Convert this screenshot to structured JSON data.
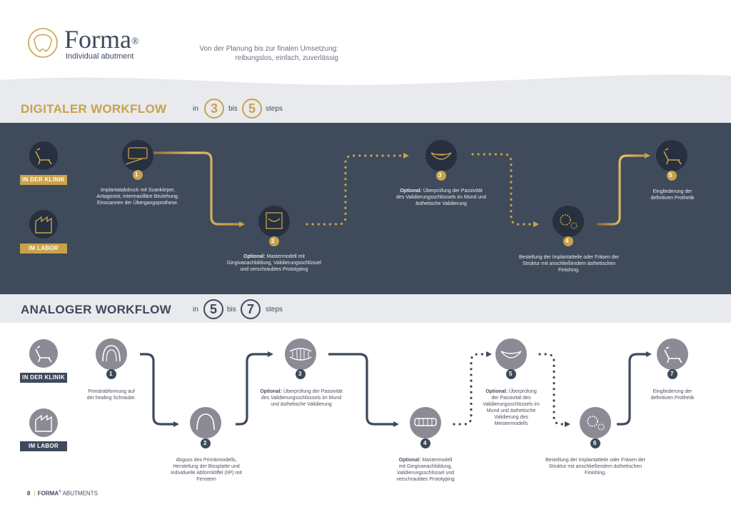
{
  "header": {
    "brand": "Forma",
    "brand_mark": "®",
    "subtitle": "Individual abutment",
    "tagline_1": "Von der Planung bis zur finalen Umsetzung:",
    "tagline_2": "reibungslos, einfach, zuverlässig"
  },
  "digital": {
    "title": "DIGITALER WORKFLOW",
    "in_word": "in",
    "min_steps": "3",
    "bis_word": "bis",
    "max_steps": "5",
    "steps_word": "steps",
    "clinic_label": "IN DER KLINIK",
    "lab_label": "IM LABOR",
    "steps": [
      {
        "num": "1",
        "lines": [
          "Implantatabdruck mit Scankörper,",
          "Antagonist, intermaxilläre Beziehung.",
          "Einscannen der Übergangsprothese."
        ],
        "icon": "scanner-icon"
      },
      {
        "num": "2",
        "optional": "Optional:",
        "lines": [
          " Mastermodell mit",
          "Gingivanachbildung, Validierungsschlüssel",
          "und verschraubtes Prototyping"
        ],
        "icon": "model-icon"
      },
      {
        "num": "3",
        "optional": "Optional:",
        "lines": [
          " Überprüfung der Passivität",
          "des Validierungsschlüssels im Mund und",
          "ästhetische Validierung"
        ],
        "icon": "smile-icon"
      },
      {
        "num": "4",
        "lines": [
          "Bestellung der Implantatteile oder Fräsen der",
          "Struktur mit anschließendem ästhetischen",
          "Finishing."
        ],
        "icon": "gear-icon"
      },
      {
        "num": "5",
        "lines": [
          "Eingliederung der",
          "definitiven Prothetik"
        ],
        "icon": "dental-chair-icon"
      }
    ]
  },
  "analog": {
    "title": "ANALOGER WORKFLOW",
    "in_word": "in",
    "min_steps": "5",
    "bis_word": "bis",
    "max_steps": "7",
    "steps_word": "steps",
    "clinic_label": "IN DER KLINIK",
    "lab_label": "IM LABOR",
    "steps": [
      {
        "num": "1",
        "lines": [
          "Primärabformung auf",
          "der healing Schraube."
        ],
        "icon": "impression-tray-icon"
      },
      {
        "num": "2",
        "lines": [
          "Abguss des Primärmodells,",
          "Herstellung der Bissplatte und",
          "individuelle Abformlöffel (IIP) mit",
          "Fenstern"
        ],
        "icon": "cast-model-icon"
      },
      {
        "num": "3",
        "optional": "Optional:",
        "lines": [
          " Überprüfung der Passivität",
          "des Validierungsschlüssels im Mund",
          "und ästhetische Validierung"
        ],
        "icon": "teeth-icon"
      },
      {
        "num": "4",
        "optional": "Optional:",
        "lines": [
          " Mastermodell",
          "mit Gingivanachbildung,",
          "Validierungsschlüssel und",
          "verschraubtes Prototyping"
        ],
        "icon": "teeth-model-icon"
      },
      {
        "num": "5",
        "optional": "Optional:",
        "lines": [
          " Überprüfung",
          "der Passivität des",
          "Validierungsschlüssels im",
          "Mund und ästhetische",
          "Validierung des",
          "Meistermodells"
        ],
        "icon": "smile-icon"
      },
      {
        "num": "6",
        "lines": [
          "Bestellung der Implantatteile oder Fräsen der",
          "Struktur mit anschließendem ästhetischen",
          "Finishing."
        ],
        "icon": "gear-icon"
      },
      {
        "num": "7",
        "lines": [
          "Eingliederung der",
          "definitiven Prothetik"
        ],
        "icon": "dental-chair-icon"
      }
    ]
  },
  "footer": {
    "page": "8",
    "brand": "FORMA",
    "mark": "®",
    "label": " ABUTMENTS"
  },
  "colors": {
    "navy": "#3e4a5c",
    "gold": "#c9a24a",
    "analog_circle": "#8e8a95",
    "light_band": "#e9eaee"
  }
}
